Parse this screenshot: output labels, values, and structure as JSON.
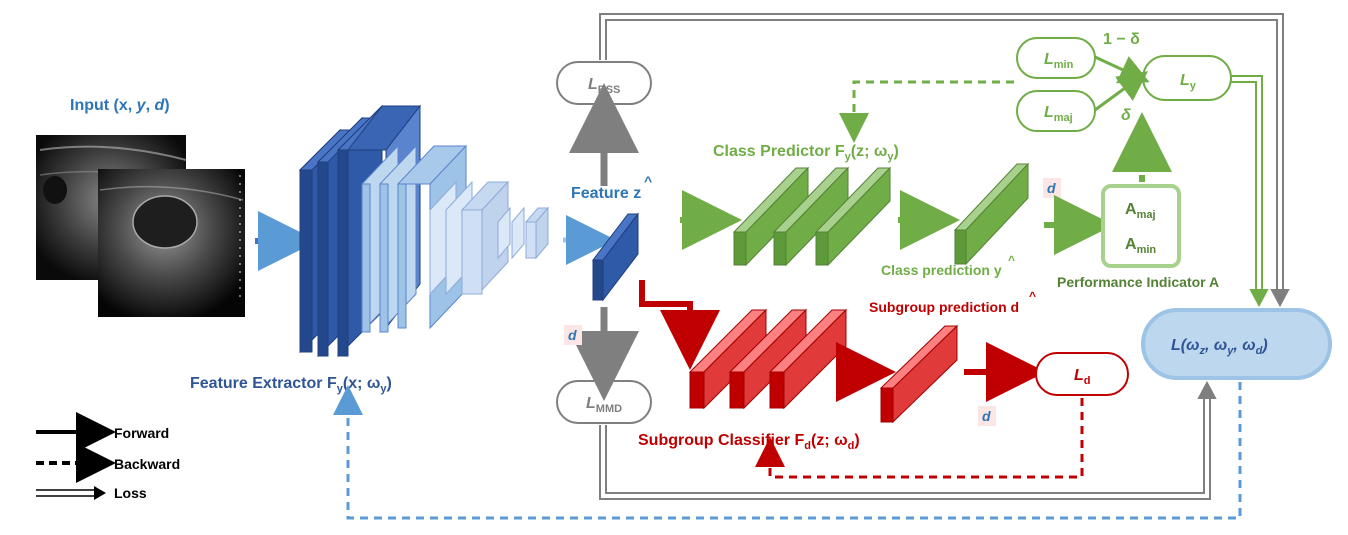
{
  "input": {
    "label": "Input",
    "x": "x",
    "y": "y",
    "d": "d"
  },
  "feature_extractor": {
    "label": "Feature Extractor",
    "sym": "F",
    "sub": "y",
    "args": "(x; ω",
    "args_sub": "y",
    "close": ")"
  },
  "feature": {
    "label": "Feature",
    "sym": "z"
  },
  "class_predictor": {
    "label": "Class Predictor",
    "sym": "F",
    "sub": "y",
    "args": "(z; ω",
    "args_sub": "y",
    "close": ")"
  },
  "class_prediction": {
    "label": "Class prediction",
    "sym": "y"
  },
  "subgroup_classifier": {
    "label": "Subgroup Classifier",
    "sym": "F",
    "sub": "d",
    "args": "(z; ω",
    "args_sub": "d",
    "close": ")"
  },
  "subgroup_prediction": {
    "label": "Subgroup prediction",
    "sym": "d"
  },
  "performance": {
    "label": "Performance Indicator A",
    "a_maj": "A",
    "a_maj_sub": "maj",
    "a_min": "A",
    "a_min_sub": "min"
  },
  "losses": {
    "bss": {
      "L": "L",
      "sub": "BSS"
    },
    "mmd": {
      "L": "L",
      "sub": "MMD"
    },
    "min": {
      "L": "L",
      "sub": "min"
    },
    "maj": {
      "L": "L",
      "sub": "maj"
    },
    "y": {
      "L": "L",
      "sub": "y"
    },
    "d": {
      "L": "L",
      "sub": "d"
    },
    "total": {
      "pre": "L(ω",
      "s1": "z",
      "m1": ",  ω",
      "s2": "y",
      "m2": ",  ω",
      "s3": "d",
      "close": ")"
    }
  },
  "weights": {
    "one_minus_delta": "1 − δ",
    "delta": "δ"
  },
  "d_tag": "d",
  "legend": {
    "forward": "Forward",
    "backward": "Backward",
    "loss": "Loss"
  },
  "colors": {
    "blue": "#2f5aa8",
    "light_blue": "#7fa9d9",
    "green": "#70ad47",
    "red": "#c00000",
    "gray": "#7f7f7f",
    "dashed_blue": "#5b9bd5",
    "total_fill": "#bdd7ee"
  }
}
